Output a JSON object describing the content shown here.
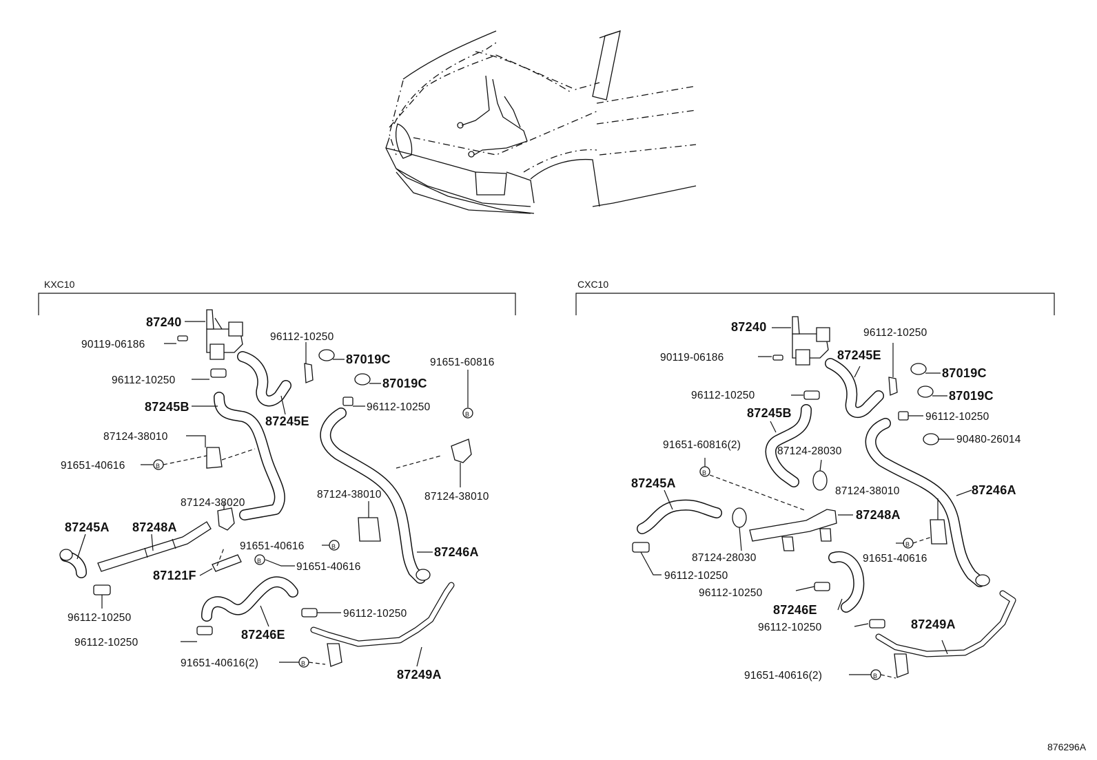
{
  "sections": {
    "left_label": "KXC10",
    "right_label": "CXC10"
  },
  "figure_ref": "876296A",
  "left_parts": {
    "p87240": "87240",
    "p90119": "90119-06186",
    "p96112_a": "96112-10250",
    "p96112_b": "96112-10250",
    "p87019_a": "87019C",
    "p87019_b": "87019C",
    "p96112_c": "96112-10250",
    "p91651_60816": "91651-60816",
    "p87245b": "87245B",
    "p87245e": "87245E",
    "p87124_a": "87124-38010",
    "p91651_a": "91651-40616",
    "p87124_b": "87124-38010",
    "p87124_c": "87124-38020",
    "p87124_d": "87124-38010",
    "p87245a": "87245A",
    "p87248a": "87248A",
    "p91651_b": "91651-40616",
    "p87246a": "87246A",
    "p91651_c": "91651-40616",
    "p87121f": "87121F",
    "p96112_d": "96112-10250",
    "p96112_e": "96112-10250",
    "p87246e": "87246E",
    "p96112_f": "96112-10250",
    "p91651_d": "91651-40616(2)",
    "p87249a": "87249A"
  },
  "right_parts": {
    "p87240": "87240",
    "p96112_a": "96112-10250",
    "p90119": "90119-06186",
    "p87245e": "87245E",
    "p87019_a": "87019C",
    "p96112_b": "96112-10250",
    "p87019_b": "87019C",
    "p87245b": "87245B",
    "p96112_c": "96112-10250",
    "p90480": "90480-26014",
    "p91651_a": "91651-60816(2)",
    "p87124_a": "87124-28030",
    "p87245a": "87245A",
    "p87246a": "87246A",
    "p87124_b": "87124-38010",
    "p87248a": "87248A",
    "p87124_c": "87124-28030",
    "p91651_b": "91651-40616",
    "p96112_d": "96112-10250",
    "p96112_e": "96112-10250",
    "p87246e": "87246E",
    "p96112_f": "96112-10250",
    "p87249a": "87249A",
    "p91651_c": "91651-40616(2)"
  }
}
